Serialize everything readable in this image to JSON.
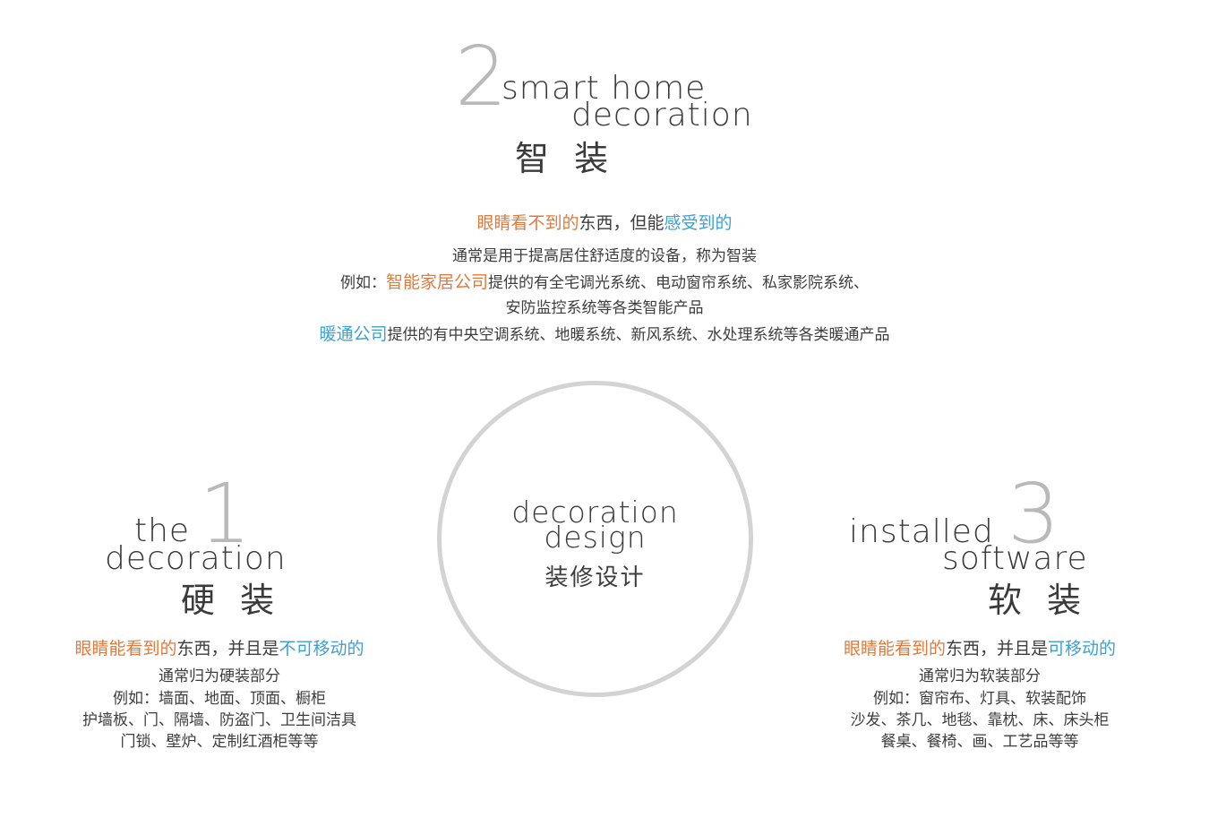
{
  "colors": {
    "orange": "#e07a3c",
    "blue": "#3ea0cf",
    "text": "#3d3d3d",
    "circle": "#d3d3d3"
  },
  "center": {
    "en_line1": "decoration",
    "en_line2": "design",
    "cn": "装修设计"
  },
  "smart": {
    "number": "2",
    "en_line1": "smart home",
    "en_line2": "decoration",
    "cn": "智 装",
    "tagline": {
      "a": "眼睛看不到的",
      "b": "东西，但能",
      "c": "感受到的"
    },
    "line1": "通常是用于提高居住舒适度的设备，称为智装",
    "line2": {
      "a": "例如：",
      "b": "智能家居公司",
      "c": "提供的有全宅调光系统、电动窗帘系统、私家影院系统、"
    },
    "line3": "安防监控系统等各类智能产品",
    "line4": {
      "a": "暖通公司",
      "b": "提供的有中央空调系统、地暖系统、新风系统、水处理系统等各类暖通产品"
    }
  },
  "hard": {
    "number": "1",
    "en_line1": "the",
    "en_line2": "decoration",
    "cn": "硬 装",
    "tagline": {
      "a": "眼睛能看到的",
      "b": "东西，并且是",
      "c": "不可移动的"
    },
    "line1": "通常归为硬装部分",
    "line2": "例如：墙面、地面、顶面、橱柜",
    "line3": "护墙板、门、隔墙、防盗门、卫生间洁具",
    "line4": "门锁、壁炉、定制红酒柜等等"
  },
  "soft": {
    "number": "3",
    "en_line1": "installed",
    "en_line2": "software",
    "cn": "软 装",
    "tagline": {
      "a": "眼睛能看到的",
      "b": "东西，并且是",
      "c": "可移动的"
    },
    "line1": "通常归为软装部分",
    "line2": "例如：窗帘布、灯具、软装配饰",
    "line3": "沙发、茶几、地毯、靠枕、床、床头柜",
    "line4": "餐桌、餐椅、画、工艺品等等"
  }
}
